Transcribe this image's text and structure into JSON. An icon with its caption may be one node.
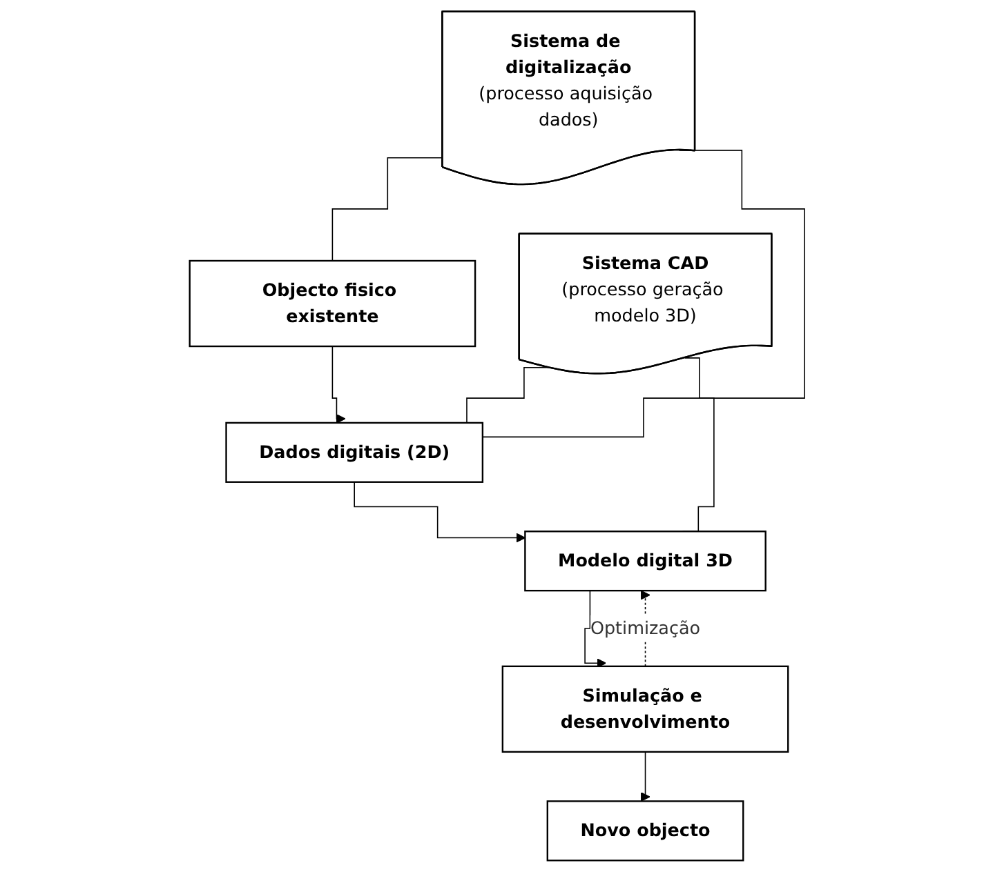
{
  "diagram": {
    "nodes": [
      {
        "text": [
          "Sistema de digitalização",
          "(processo aquisição dados)"
        ]
      },
      {
        "text": [
          "Objecto fisico existente"
        ]
      },
      {
        "text": [
          "Dados digitais (2D)"
        ]
      },
      {
        "text": [
          "Sistema CAD",
          "(processo geração modelo 3D)"
        ]
      },
      {
        "text": [
          "Modelo digital 3D"
        ]
      },
      {
        "text": [
          "Simulação e desenvolvimento"
        ]
      },
      {
        "text": [
          "Novo objecto"
        ]
      }
    ],
    "edges": [
      {
        "from": 0,
        "to": 1,
        "arrow": "none"
      },
      {
        "from": 0,
        "to": 2,
        "arrow": "none"
      },
      {
        "from": 1,
        "to": 2,
        "arrow": "to"
      },
      {
        "from": 3,
        "to": 2,
        "arrow": "none"
      },
      {
        "from": 3,
        "to": 4,
        "arrow": "none"
      },
      {
        "from": 2,
        "to": 4,
        "arrow": "to"
      },
      {
        "from": 4,
        "to": 5,
        "arrow": "to"
      },
      {
        "from": 5,
        "to": 4,
        "arrow": "to",
        "style": "dashed",
        "label": "Optimização"
      },
      {
        "from": 5,
        "to": 6,
        "arrow": "to"
      }
    ]
  }
}
